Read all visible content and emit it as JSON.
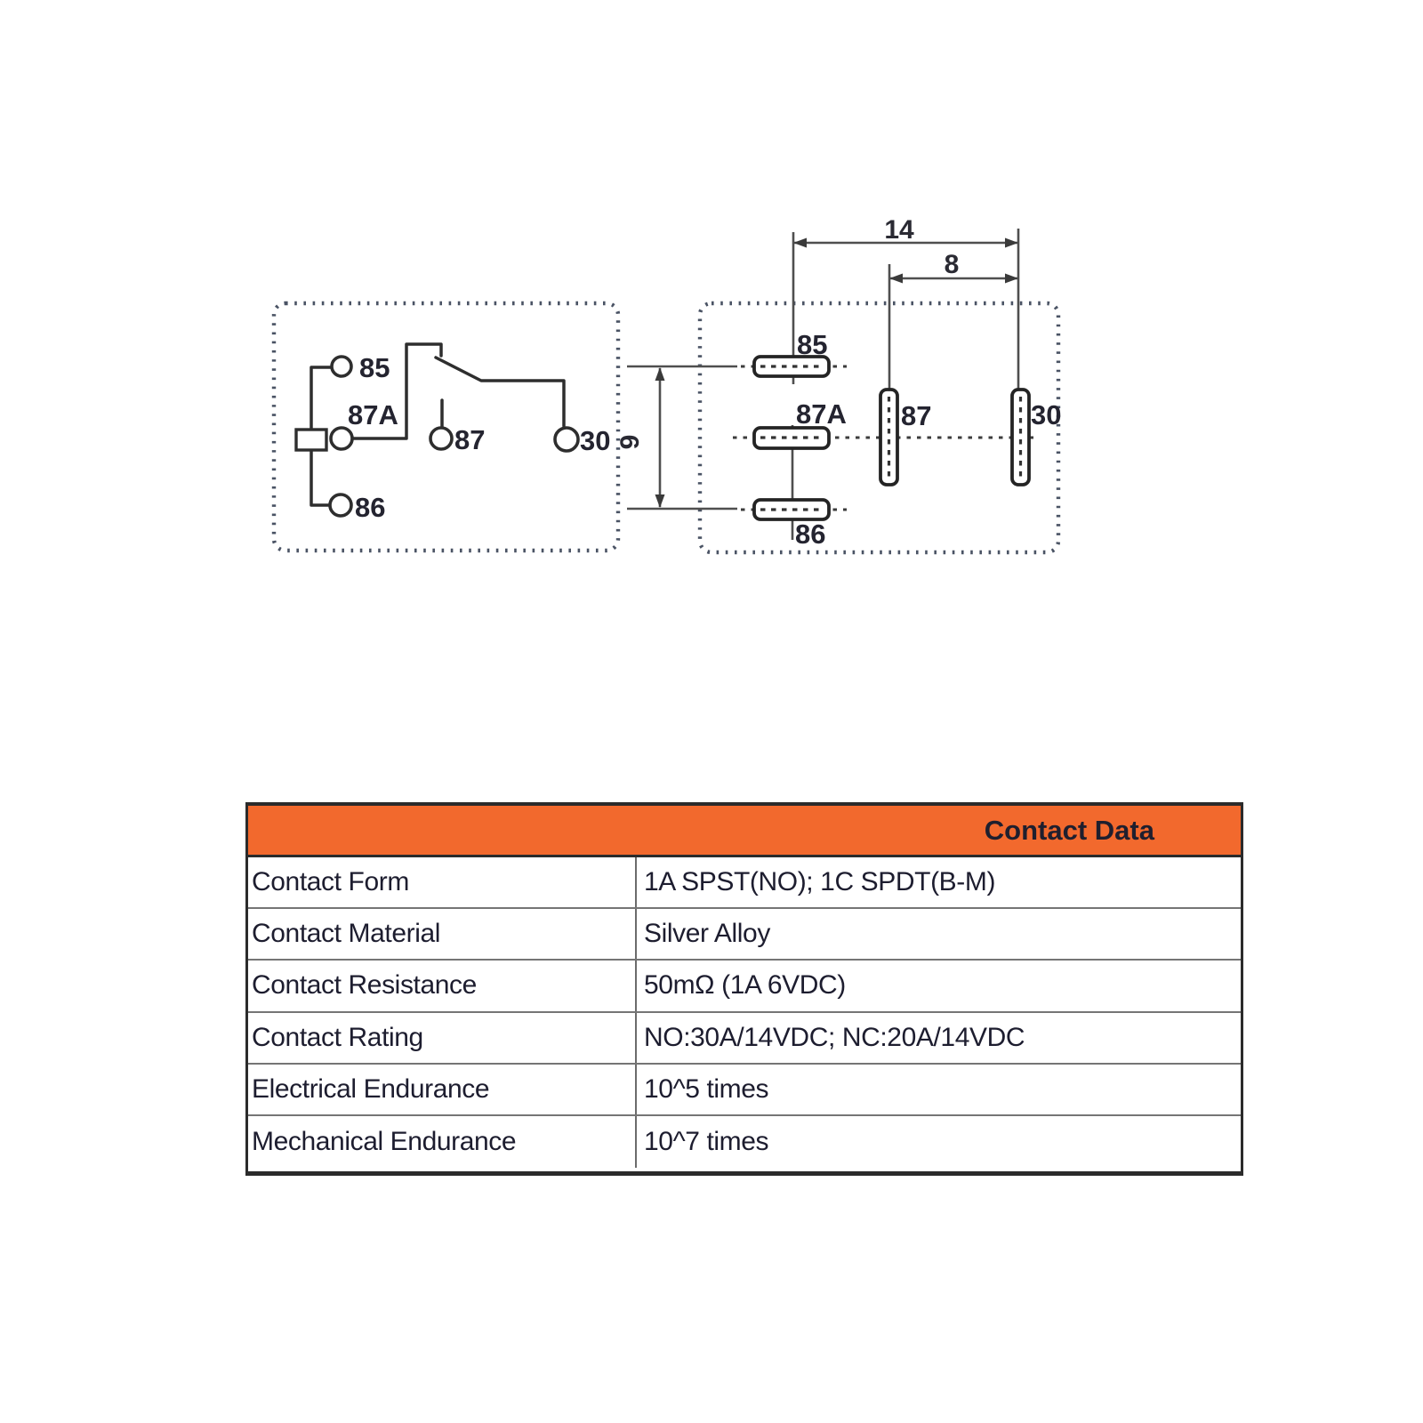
{
  "diagram": {
    "schematic": {
      "pin85": "85",
      "pin87a": "87A",
      "pin87": "87",
      "pin30": "30",
      "pin86": "86"
    },
    "footprint": {
      "pin85": "85",
      "pin87a": "87A",
      "pin86": "86",
      "pin87": "87",
      "pin30": "30",
      "dim_outer": "14",
      "dim_inner": "8",
      "dim_vertical": "9"
    }
  },
  "table": {
    "header": "Contact Data",
    "rows": [
      {
        "label": "Contact Form",
        "value": "1A SPST(NO); 1C SPDT(B-M)"
      },
      {
        "label": "Contact Material",
        "value": "Silver Alloy"
      },
      {
        "label": "Contact Resistance",
        "value": "50mΩ (1A 6VDC)"
      },
      {
        "label": "Contact Rating",
        "value": "NO:30A/14VDC; NC:20A/14VDC"
      },
      {
        "label": "Electrical Endurance",
        "value": "10^5 times"
      },
      {
        "label": "Mechanical Endurance",
        "value": "10^7 times"
      }
    ]
  },
  "colors": {
    "header_bg": "#f2692d",
    "border_dark": "#2b2b2b",
    "table_text": "#1d1d2f",
    "line_dark": "#2e2e2e",
    "dash_box": "#4a5364",
    "dim_line": "#4f4f4f"
  }
}
